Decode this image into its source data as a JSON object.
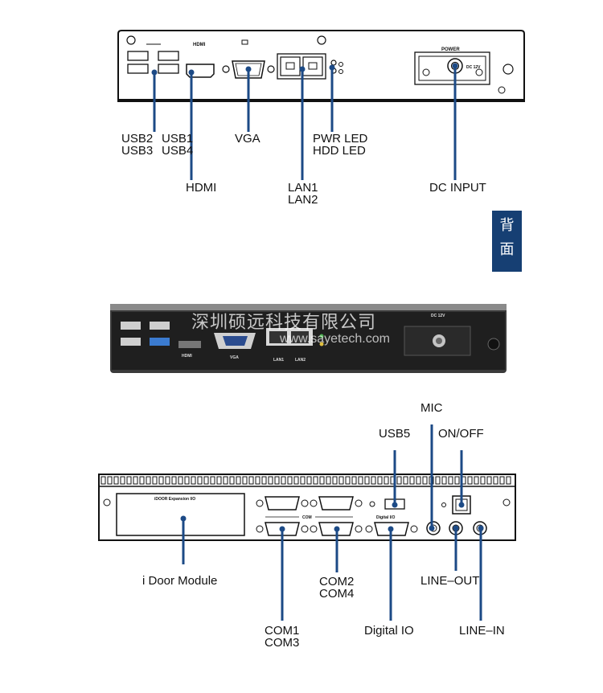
{
  "top_panel": {
    "labels": {
      "usb2": "USB2",
      "usb3": "USB3",
      "usb1": "USB1",
      "usb4": "USB4",
      "hdmi": "HDMI",
      "vga": "VGA",
      "lan1": "LAN1",
      "lan2": "LAN2",
      "pwr_led": "PWR LED",
      "hdd_led": "HDD LED",
      "dc_input": "DC INPUT"
    },
    "silkscreen": {
      "hdmi": "HDMI",
      "power": "POWER",
      "dc": "DC 12V"
    }
  },
  "side_tab": {
    "char1": "背",
    "char2": "面"
  },
  "photo": {
    "watermark": "深圳硕远科技有限公司",
    "url": "www.sayetech.com",
    "silk": {
      "dc": "DC 12V",
      "hdmi": "HDMI",
      "vga": "VGA",
      "lan1": "LAN1",
      "lan2": "LAN2"
    }
  },
  "bottom_panel": {
    "labels": {
      "mic": "MIC",
      "usb5": "USB5",
      "on_off": "ON/OFF",
      "idoor": "i Door Module",
      "com2": "COM2",
      "com4": "COM4",
      "com1": "COM1",
      "com3": "COM3",
      "digital_io": "Digital IO",
      "line_out": "LINE–OUT",
      "line_in": "LINE–IN"
    },
    "silkscreen": {
      "idoor": "iDOOR Expansion I/O",
      "com": "COM",
      "digital_io": "Digital I/O"
    }
  },
  "colors": {
    "callout_line": "#1c4a86",
    "tab_bg": "#163f73"
  }
}
